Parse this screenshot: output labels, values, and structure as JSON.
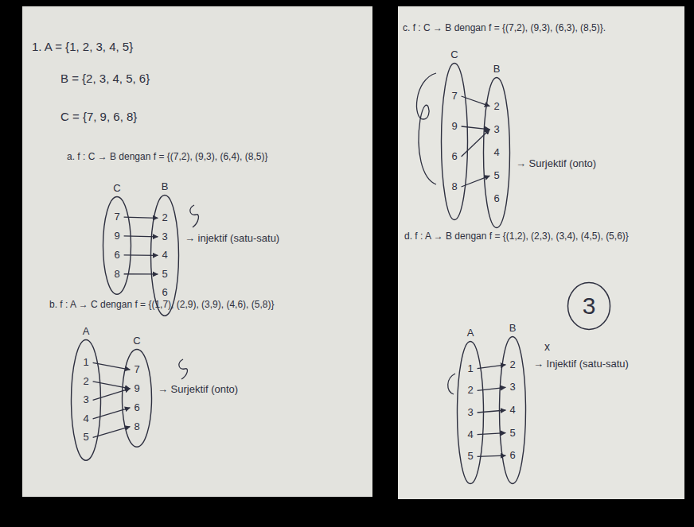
{
  "diagram": {
    "nodes": [
      {
        "text": [
          "C"
        ]
      },
      {
        "text": [
          "7"
        ],
        "in": 0
      },
      {
        "text": [
          "9"
        ],
        "in": 0
      },
      {
        "text": [
          "6"
        ],
        "in": 0
      },
      {
        "text": [
          "8"
        ],
        "in": 0
      },
      {
        "text": [
          "B"
        ]
      },
      {
        "text": [
          "2"
        ],
        "in": 5
      },
      {
        "text": [
          "3"
        ],
        "in": 5
      },
      {
        "text": [
          "4"
        ],
        "in": 5
      },
      {
        "text": [
          "5"
        ],
        "in": 5
      },
      {
        "text": [
          "6"
        ],
        "in": 5
      },
      {
        "text": [
          "A"
        ]
      },
      {
        "text": [
          "1"
        ],
        "in": 11
      },
      {
        "text": [
          "2"
        ],
        "in": 11
      },
      {
        "text": [
          "3"
        ],
        "in": 11
      },
      {
        "text": [
          "4"
        ],
        "in": 11
      },
      {
        "text": [
          "5"
        ],
        "in": 11
      },
      {
        "text": [
          "C"
        ]
      },
      {
        "text": [
          "7"
        ],
        "in": 17
      },
      {
        "text": [
          "9"
        ],
        "in": 17
      },
      {
        "text": [
          "6"
        ],
        "in": 17
      },
      {
        "text": [
          "8"
        ],
        "in": 17
      },
      {
        "text": [
          "C"
        ]
      },
      {
        "text": [
          "7"
        ],
        "in": 22
      },
      {
        "text": [
          "9"
        ],
        "in": 22
      },
      {
        "text": [
          "6"
        ],
        "in": 22
      },
      {
        "text": [
          "8"
        ],
        "in": 22
      },
      {
        "text": [
          "B"
        ]
      },
      {
        "text": [
          "2"
        ],
        "in": 27
      },
      {
        "text": [
          "3"
        ],
        "in": 27
      },
      {
        "text": [
          "4"
        ],
        "in": 27
      },
      {
        "text": [
          "5"
        ],
        "in": 27
      },
      {
        "text": [
          "6"
        ],
        "in": 27
      },
      {
        "text": [
          "3"
        ]
      },
      {
        "text": [
          "A"
        ]
      },
      {
        "text": [
          "1"
        ],
        "in": 34
      },
      {
        "text": [
          "2"
        ],
        "in": 34
      },
      {
        "text": [
          "3"
        ],
        "in": 34
      },
      {
        "text": [
          "4"
        ],
        "in": 34
      },
      {
        "text": [
          "5"
        ],
        "in": 34
      },
      {
        "text": [
          "B"
        ]
      },
      {
        "text": [
          "2"
        ],
        "in": 40
      },
      {
        "text": [
          "3"
        ],
        "in": 40
      },
      {
        "text": [
          "4"
        ],
        "in": 40
      },
      {
        "text": [
          "5"
        ],
        "in": 40
      },
      {
        "text": [
          "6"
        ],
        "in": 40
      }
    ],
    "edges": [
      {
        "from": 1,
        "to": 6,
        "arrow": "to"
      },
      {
        "from": 2,
        "to": 7,
        "arrow": "to"
      },
      {
        "from": 3,
        "to": 8,
        "arrow": "to"
      },
      {
        "from": 4,
        "to": 9,
        "arrow": "to"
      },
      {
        "from": 12,
        "to": 18,
        "arrow": "to"
      },
      {
        "from": 13,
        "to": 19,
        "arrow": "to"
      },
      {
        "from": 14,
        "to": 19,
        "arrow": "to"
      },
      {
        "from": 15,
        "to": 20,
        "arrow": "to"
      },
      {
        "from": 16,
        "to": 21,
        "arrow": "to"
      },
      {
        "from": 23,
        "to": 28,
        "arrow": "to"
      },
      {
        "from": 24,
        "to": 29,
        "arrow": "to"
      },
      {
        "from": 25,
        "to": 29,
        "arrow": "to"
      },
      {
        "from": 26,
        "to": 31,
        "arrow": "to"
      },
      {
        "from": 35,
        "to": 41,
        "arrow": "to"
      },
      {
        "from": 36,
        "to": 42,
        "arrow": "to"
      },
      {
        "from": 37,
        "to": 43,
        "arrow": "to"
      },
      {
        "from": 38,
        "to": 44,
        "arrow": "to"
      },
      {
        "from": 39,
        "to": 45,
        "arrow": "to"
      }
    ],
    "labels": [
      "1. A = {1, 2, 3, 4, 5}",
      "B = {2, 3, 4, 5, 6}",
      "C = {7, 9, 6, 8}",
      "a. f : C → B dengan f = {(7,2), (9,3), (6,4), (8,5)}",
      "→ injektif (satu-satu)",
      "b. f : A → C dengan f = {(1,7), (2,9), (3,9), (4,6), (5,8)}",
      "→ Surjektif (onto)",
      "c. f : C → B dengan f = {(7,2), (9,3), (6,3), (8,5)}.",
      "→ Surjektif (onto)",
      "d. f : A → B dengan f = {(1,2), (2,3), (3,4), (4,5), (5,6)}",
      "x",
      "→ Injektif (satu-satu)"
    ]
  }
}
